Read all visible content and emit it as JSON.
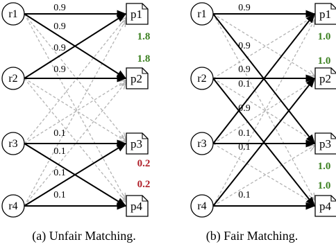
{
  "colors": {
    "solid": "#000000",
    "dashed": "#b3b3b3",
    "green": "#3a7f1f",
    "red": "#b0202a"
  },
  "panels": [
    {
      "caption": "(a) Unfair Matching.",
      "rankers": [
        "r1",
        "r2",
        "r3",
        "r4"
      ],
      "papers": [
        "p1",
        "p2",
        "p3",
        "p4"
      ],
      "solid_edges": [
        {
          "from": "r1",
          "to": "p1",
          "weight": "0.9"
        },
        {
          "from": "r1",
          "to": "p2",
          "weight": "0.9"
        },
        {
          "from": "r2",
          "to": "p1",
          "weight": "0.9"
        },
        {
          "from": "r2",
          "to": "p2",
          "weight": "0.9"
        },
        {
          "from": "r3",
          "to": "p3",
          "weight": "0.1"
        },
        {
          "from": "r3",
          "to": "p4",
          "weight": "0.1"
        },
        {
          "from": "r4",
          "to": "p3",
          "weight": "0.1"
        },
        {
          "from": "r4",
          "to": "p4",
          "weight": "0.1"
        }
      ],
      "paper_scores": [
        {
          "paper": "p1",
          "value": "1.8",
          "color": "green"
        },
        {
          "paper": "p2",
          "value": "1.8",
          "color": "green"
        },
        {
          "paper": "p3",
          "value": "0.2",
          "color": "red"
        },
        {
          "paper": "p4",
          "value": "0.2",
          "color": "red"
        }
      ]
    },
    {
      "caption": "(b) Fair Matching.",
      "rankers": [
        "r1",
        "r2",
        "r3",
        "r4"
      ],
      "papers": [
        "p1",
        "p2",
        "p3",
        "p4"
      ],
      "solid_edges": [
        {
          "from": "r1",
          "to": "p1",
          "weight": "0.9"
        },
        {
          "from": "r1",
          "to": "p3",
          "weight": "0.9"
        },
        {
          "from": "r2",
          "to": "p2",
          "weight": "0.9"
        },
        {
          "from": "r2",
          "to": "p4",
          "weight": "0.9"
        },
        {
          "from": "r3",
          "to": "p1",
          "weight": "0.1"
        },
        {
          "from": "r3",
          "to": "p3",
          "weight": "0.1"
        },
        {
          "from": "r4",
          "to": "p2",
          "weight": "0.1"
        },
        {
          "from": "r4",
          "to": "p4",
          "weight": "0.1"
        }
      ],
      "paper_scores": [
        {
          "paper": "p1",
          "value": "1.0",
          "color": "green"
        },
        {
          "paper": "p2",
          "value": "1.0",
          "color": "green"
        },
        {
          "paper": "p3",
          "value": "1.0",
          "color": "green"
        },
        {
          "paper": "p4",
          "value": "1.0",
          "color": "green"
        }
      ]
    }
  ]
}
